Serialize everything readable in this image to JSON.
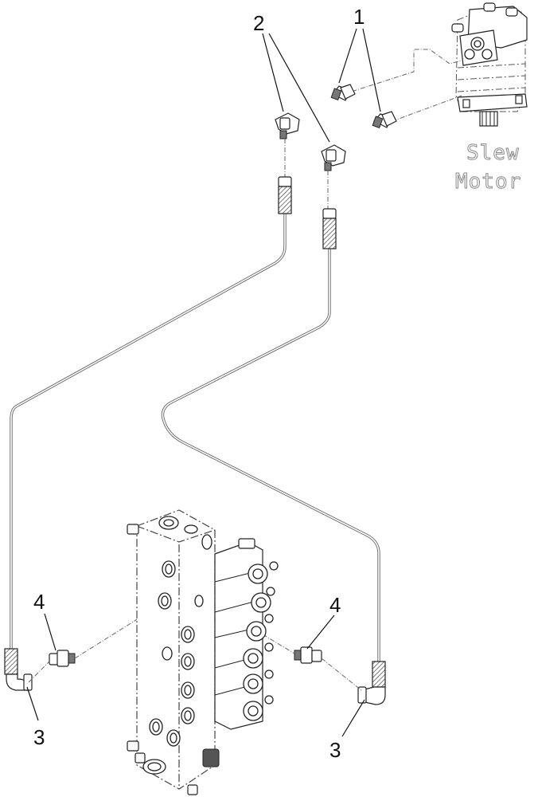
{
  "labels": {
    "callout_1": "1",
    "callout_2": "2",
    "callout_3_left": "3",
    "callout_3_right": "3",
    "callout_4_left": "4",
    "callout_4_right": "4",
    "motor_line1": "Slew",
    "motor_line2": "Motor"
  },
  "colors": {
    "ink": "#222222",
    "ghost_label": "#8a8a8a",
    "background": "#ffffff"
  }
}
